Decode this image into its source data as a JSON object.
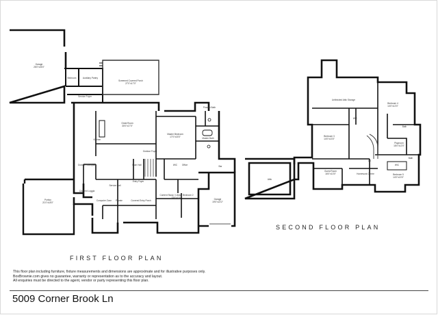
{
  "first_floor": {
    "title": "FIRST FLOOR PLAN",
    "rooms": {
      "garage_a": "Garage",
      "garage_a_size": "26'0\"x26'0\"",
      "bedroom": "Bedroom",
      "auxiliary_pantry": "Auxiliary Pantry",
      "screened_porch": "Screened Covered Porch",
      "screened_porch_size": "27'0\"x17'0\"",
      "service_foyer": "Service Foyer",
      "great_room": "Great Room",
      "great_room_size": "30'0\"x17'0\"",
      "kitchen": "Kitchen",
      "master_bedroom": "Master Bedroom",
      "master_bedroom_size": "17'0\"x15'0\"",
      "master_bath": "Master Bath",
      "powder_bath": "Powder Bath",
      "outdoor_courtyard": "Outdoor Courtyard",
      "main_hall": "Main Hall",
      "outdoor_foyer": "Outdoor Foyer",
      "wic": "WIC",
      "office": "Office",
      "entry_foyer": "Entry Foyer",
      "portico": "Portico",
      "portico_size": "21'0\"x18'0\"",
      "covered_loggia": "Covered Loggia",
      "service_hall": "Service Hall",
      "computer_zone": "Computer Zone",
      "private": "Private",
      "covered_entry_porch": "Covered Entry Porch",
      "cantnr_library": "Content Study / Library Bedroom 2",
      "cantnr_library_size": "14'0\"x13'0\"",
      "garage_b": "Garage",
      "garage_b_size": "19'0\"x22'2\"",
      "bar": "Bar"
    }
  },
  "second_floor": {
    "title": "SECOND FLOOR PLAN",
    "rooms": {
      "unfinished_attic": "Unfinished Attic Storage",
      "bedroom_4": "Bedroom 4",
      "bedroom_4_size": "14'0\"x12'0\"",
      "bath_a": "Bath",
      "bath_b": "Bath",
      "bedroom_3": "Bedroom 3",
      "bedroom_3_size": "14'0\"x13'0\"",
      "playroom": "Playroom",
      "playroom_size": "16'0\"x12'0\"",
      "guest_room": "Guest Room",
      "guest_room_size": "16'0\"x13'0\"",
      "homework": "Homework Centre",
      "bedroom_5": "Bedroom 5",
      "bedroom_5_size": "14'0\"x13'0\"",
      "attic": "Attic",
      "dn": "Dn",
      "wic": "WIC",
      "wic2": "WIC"
    }
  },
  "disclaimer": [
    "This floor plan including furniture, fixture measurements and dimensions are approximate and for illustrative purposes only.",
    "BoxBrownie.com gives no guarantee, warranty or representation as to the accuracy and layout.",
    "All enquiries must be directed to the agent, vendor or party representing this floor plan."
  ],
  "address": "5009 Corner Brook Ln",
  "colors": {
    "wall": "#111111",
    "thin_line": "#555555",
    "text": "#222222"
  }
}
